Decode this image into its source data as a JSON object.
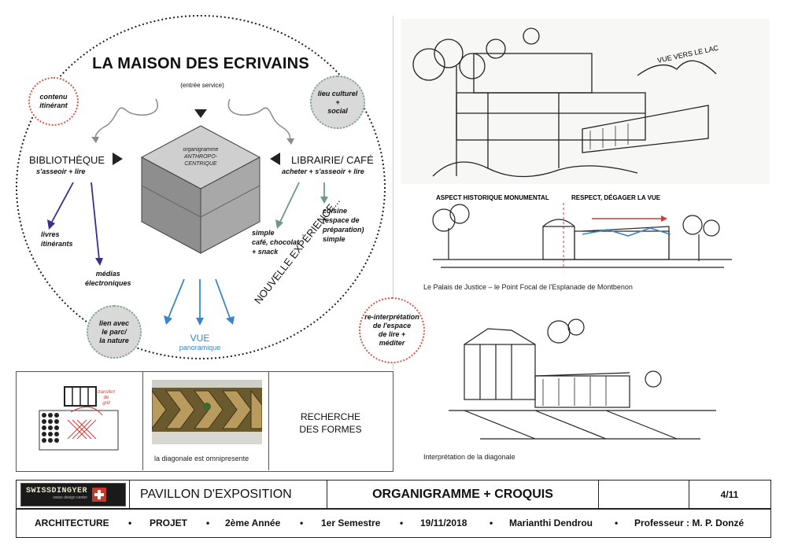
{
  "diagram": {
    "title": "LA MAISON DES ECRIVAINS",
    "entry": "(entrée service)",
    "cube_label": [
      "organigramme",
      "ANTHROPO-",
      "CENTRIQUE"
    ],
    "left": {
      "title": "BIBLIOTHÈQUE",
      "sub": "s'asseoir + lire"
    },
    "right": {
      "title": "LIBRAIRIE/ CAFÉ",
      "sub": "acheter + s'asseoir + lire"
    },
    "left_items": [
      [
        "livres",
        "itinérants"
      ],
      [
        "médias",
        "électroniques"
      ]
    ],
    "right_items": [
      [
        "simple",
        "café, chocolat",
        "+ snack"
      ],
      [
        "cuisine",
        "(espace de",
        "préparation)",
        "simple"
      ]
    ],
    "vue": {
      "title": "VUE",
      "sub": "panoramique"
    },
    "experience": "NOUVELLE EXPÉRIENCE...",
    "notes": {
      "contenu": [
        "contenu",
        "itinérant"
      ],
      "lieu": [
        "lieu culturel",
        "+",
        "social"
      ],
      "lien": [
        "lien avec",
        "le parc/",
        "la nature"
      ],
      "reinterp": [
        "re-interprétation",
        "de l'espace",
        "de lire +",
        "méditer"
      ]
    },
    "colors": {
      "blue_arrow": "#3a86c8",
      "purple_arrow": "#3b2d8f",
      "green_arrow": "#6b9a7f",
      "gray_arrow": "#8a8a8a",
      "note_red": "#d55a4a"
    }
  },
  "bottom_panels": {
    "sketch_note": [
      "transfert",
      "de",
      "grill"
    ],
    "photo_caption": "la diagonale est omnipresente",
    "research": [
      "RECHERCHE",
      "DES FORMES"
    ]
  },
  "sketches": {
    "top_label": "VUE VERS LE LAC",
    "mid_left": "ASPECT HISTORIQUE MONUMENTAL",
    "mid_right": "RESPECT, DÉGAGER LA VUE",
    "mid_caption": "Le Palais de Justice – le Point Focal de l'Esplanade de Montbenon",
    "bottom_caption": "Interprétation de la diagonale"
  },
  "footer": {
    "logo": "SWISSDINGYER",
    "logo_sub": "swiss design center",
    "project": "PAVILLON D'EXPOSITION",
    "sheet_title": "ORGANIGRAMME + CROQUIS",
    "page": "4/11",
    "meta": [
      "ARCHITECTURE",
      "PROJET",
      "2ème Année",
      "1er Semestre",
      "19/11/2018",
      "Marianthi Dendrou",
      "Professeur : M. P. Donzé"
    ]
  }
}
